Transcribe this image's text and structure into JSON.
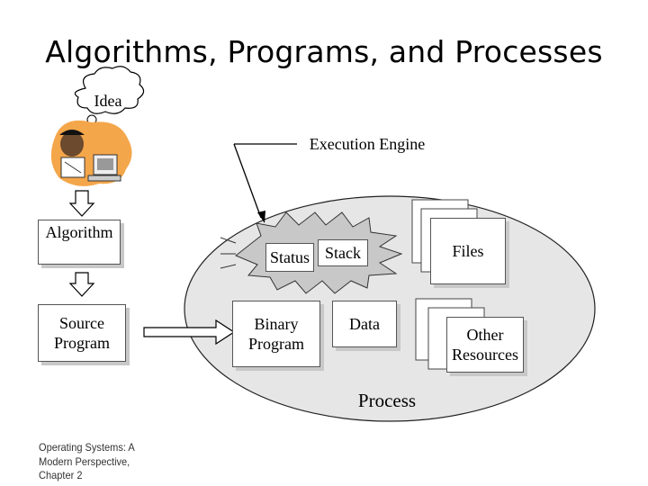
{
  "title": "Algorithms, Programs, and Processes",
  "idea_label": "Idea",
  "execution_engine_label": "Execution Engine",
  "algorithm_label": "Algorithm",
  "source_program_label": "Source\nProgram",
  "status_label": "Status",
  "stack_label": "Stack",
  "files_label": "Files",
  "binary_program_label": "Binary\nProgram",
  "data_label": "Data",
  "other_resources_label": "Other\nResources",
  "process_label": "Process",
  "footer_text": "Operating Systems: A\nModern Perspective,\nChapter 2",
  "colors": {
    "process_ellipse_fill": "#e6e6e6",
    "thought_bubble_fill": "#f4a64a",
    "shadow": "#c8c8c8"
  },
  "icons": [
    "person-at-computer-icon",
    "thought-cloud-icon",
    "starburst-icon"
  ]
}
